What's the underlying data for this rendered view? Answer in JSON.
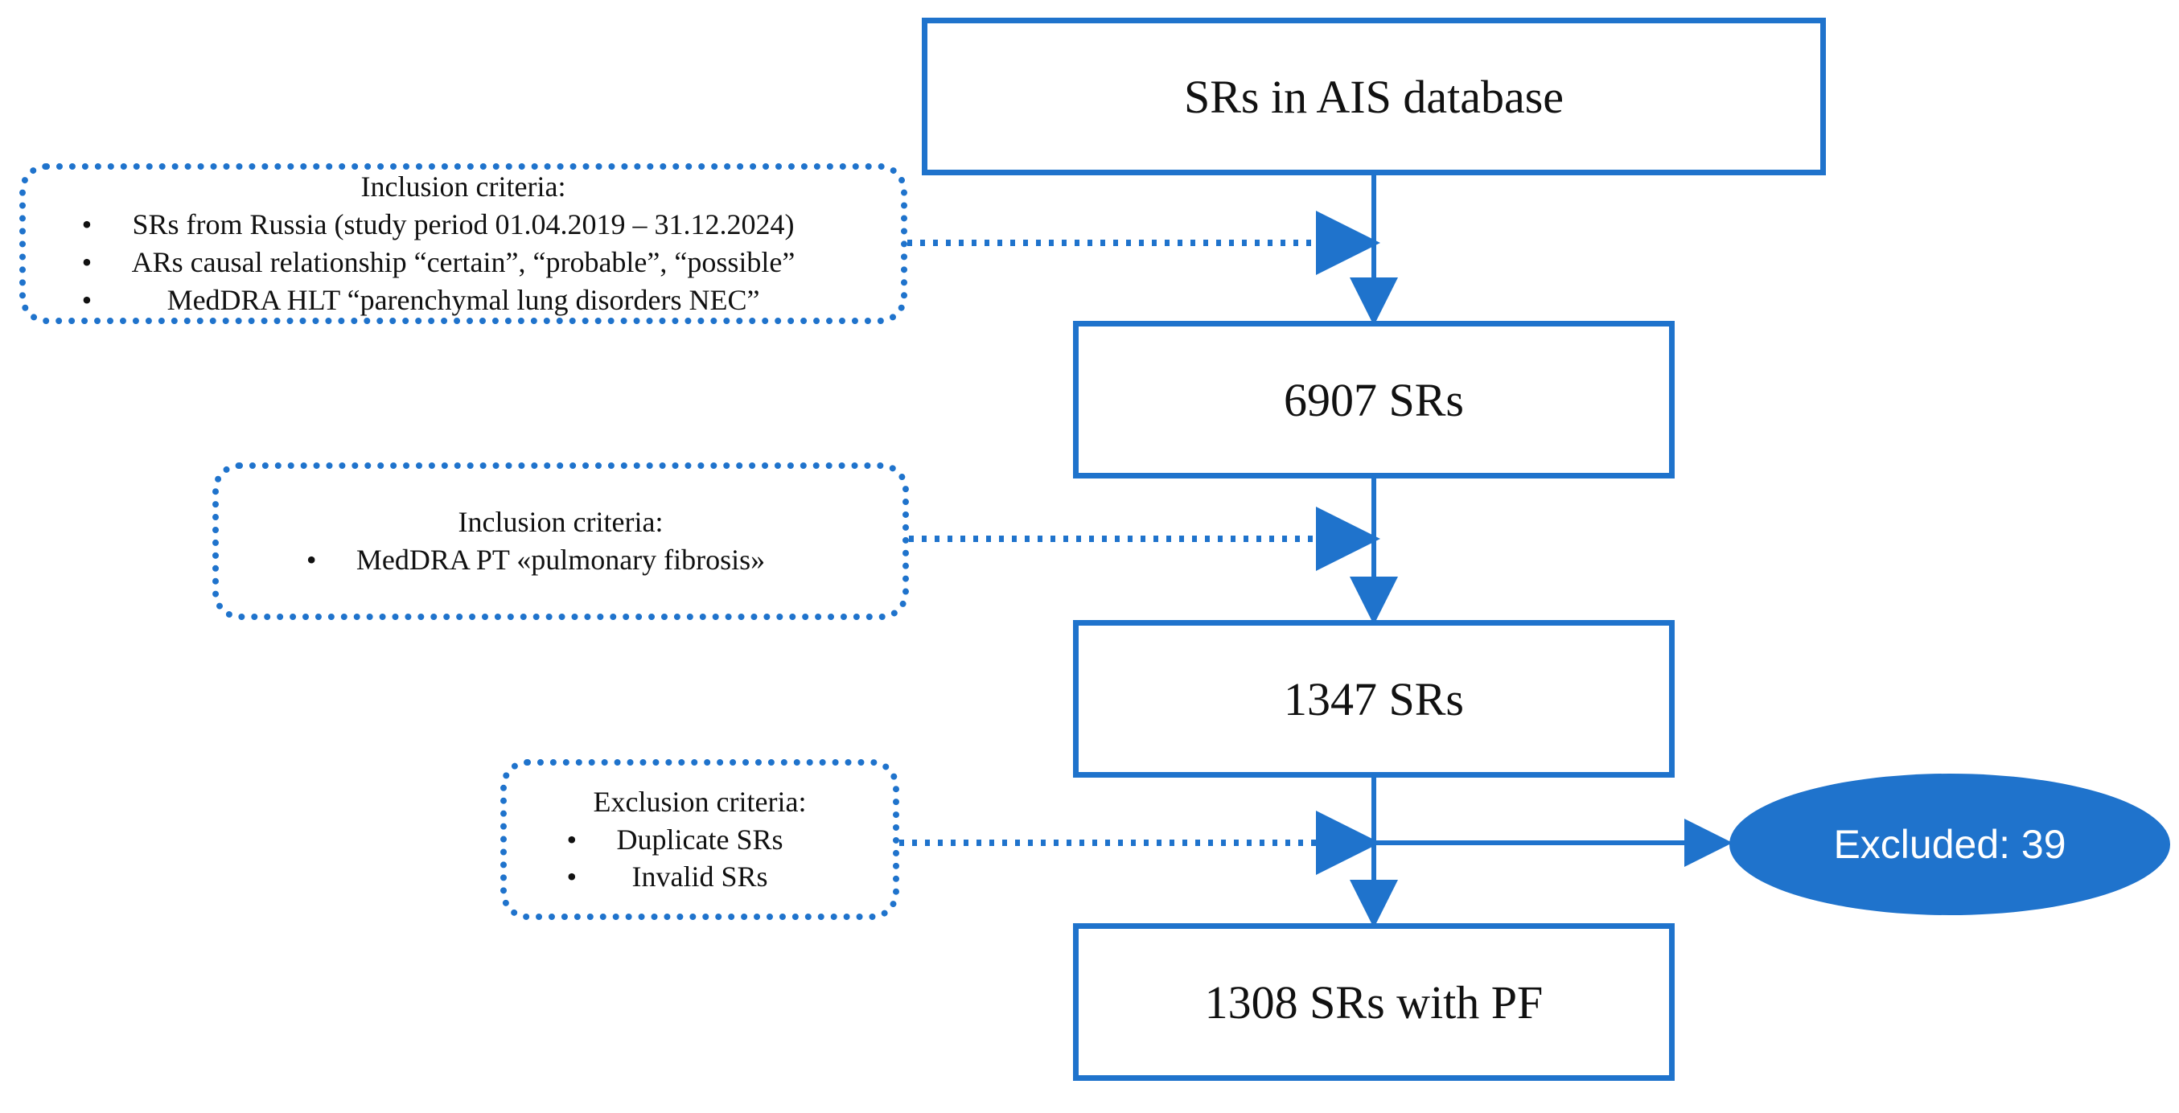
{
  "stages": [
    {
      "label": "SRs in AIS database"
    },
    {
      "label": "6907 SRs"
    },
    {
      "label": "1347 SRs"
    },
    {
      "label": "1308 SRs with PF"
    }
  ],
  "criteria": [
    {
      "title": "Inclusion criteria:",
      "items": [
        "SRs from Russia (study period 01.04.2019 – 31.12.2024)",
        "ARs causal relationship “certain”, “probable”, “possible”",
        "MedDRA HLT “parenchymal lung disorders NEC”"
      ]
    },
    {
      "title": "Inclusion criteria:",
      "items": [
        "MedDRA PT «pulmonary fibrosis»"
      ]
    },
    {
      "title": "Exclusion criteria:",
      "items": [
        "Duplicate SRs",
        "Invalid SRs"
      ]
    }
  ],
  "excluded": {
    "label": "Excluded: 39"
  },
  "colors": {
    "accent": "#1f73cc",
    "text": "#111111",
    "background": "#ffffff"
  }
}
